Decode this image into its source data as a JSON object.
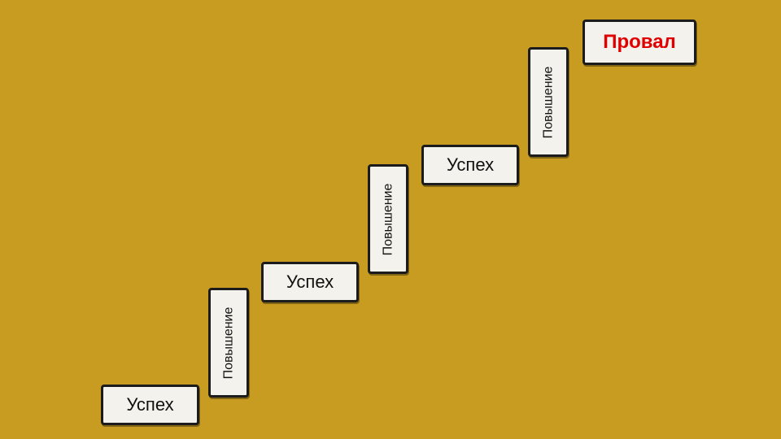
{
  "steps": [
    {
      "label": "Успех"
    },
    {
      "label": "Повышение"
    },
    {
      "label": "Успех"
    },
    {
      "label": "Повышение"
    },
    {
      "label": "Успех"
    },
    {
      "label": "Повышение"
    },
    {
      "label": "Провал"
    }
  ],
  "colors": {
    "background": "#C89C20",
    "card": "#F4F2EC",
    "border": "#1c1c1c",
    "fail_text": "#E00000"
  }
}
